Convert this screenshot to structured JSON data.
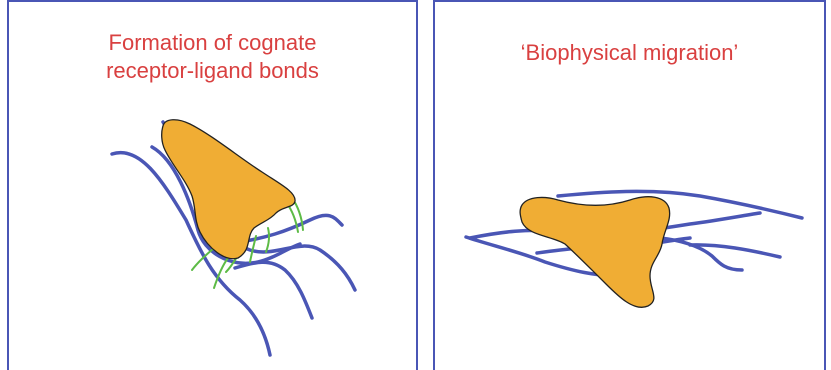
{
  "colors": {
    "frame": "#4a56b5",
    "fiber": "#4a56b5",
    "cell_fill": "#f0ad34",
    "cell_outline": "#222222",
    "bond": "#5dbb46",
    "title_text": "#d94040"
  },
  "panels": [
    {
      "title_line1": "Formation of cognate",
      "title_line2": "receptor-ligand bonds"
    },
    {
      "title_line1": "‘Biophysical migration’"
    }
  ]
}
